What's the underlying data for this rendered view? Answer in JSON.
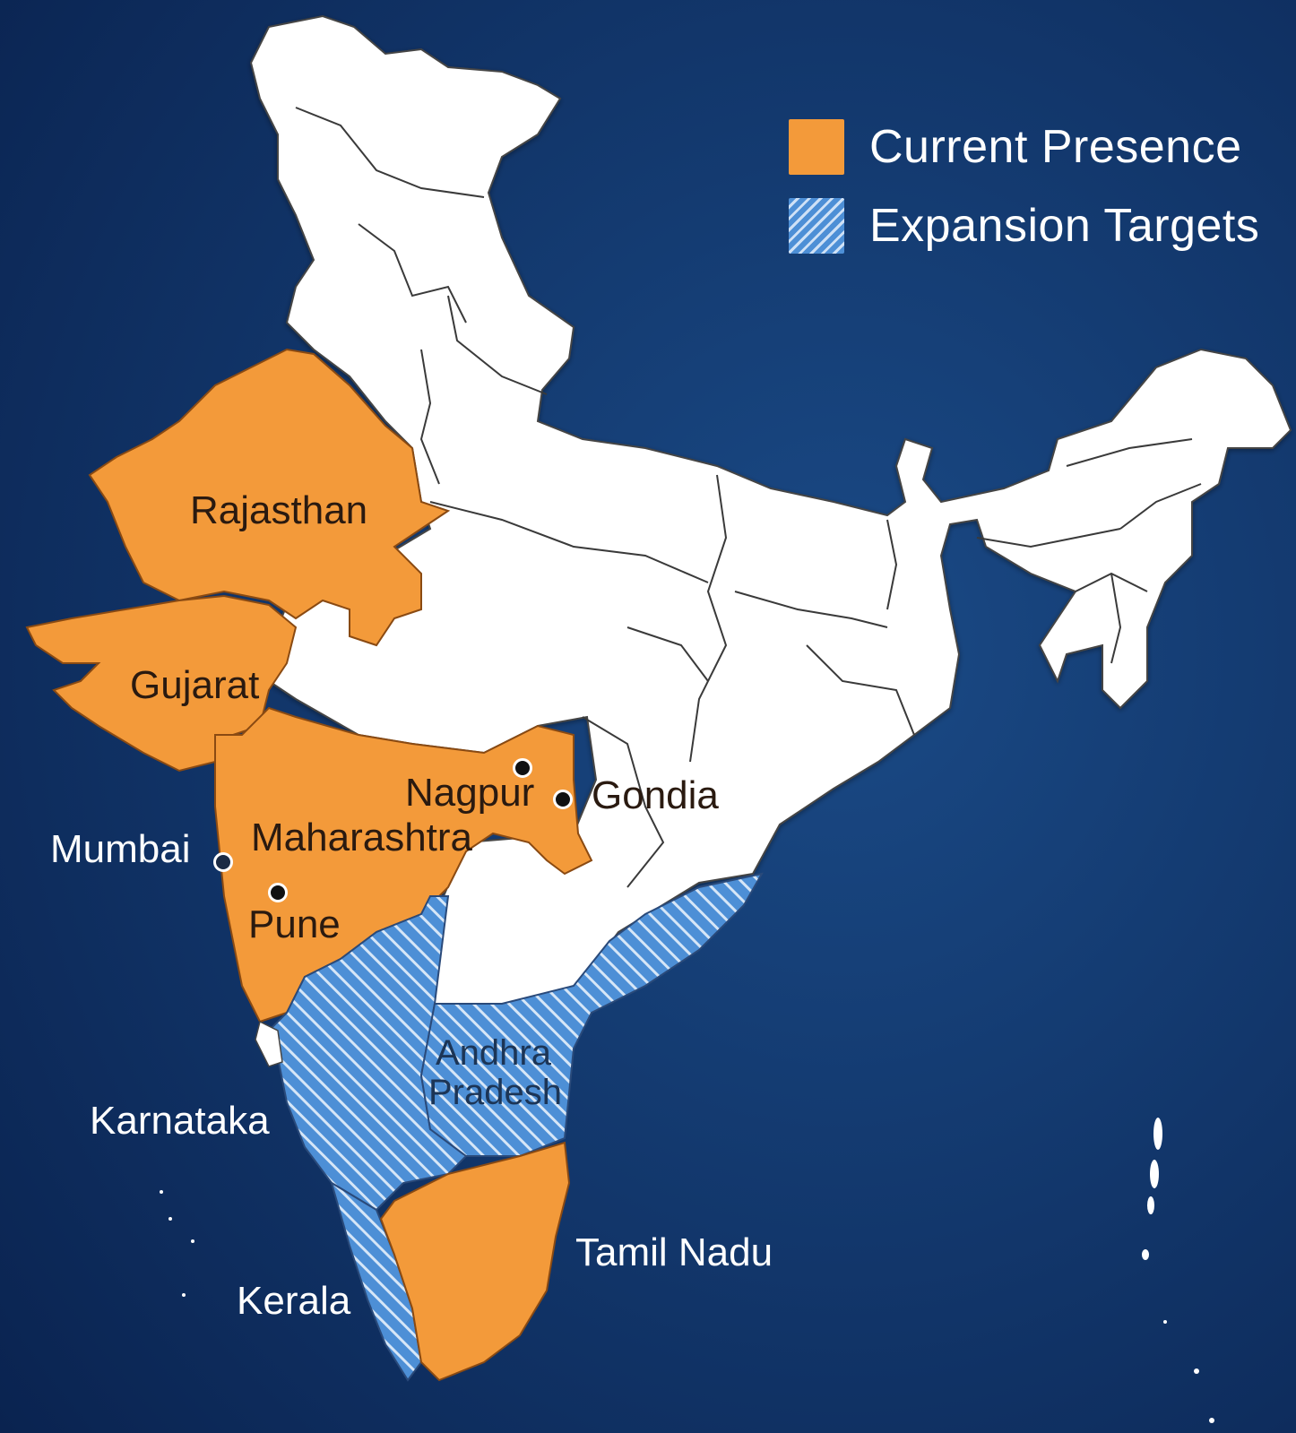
{
  "legend": {
    "current_presence": {
      "label": "Current Presence",
      "color": "#f39a3a",
      "swatch": "orange-square"
    },
    "expansion_targets": {
      "label": "Expansion Targets",
      "color": "#4d8fd6",
      "swatch": "blue-hatched-square"
    }
  },
  "colors": {
    "background": "#0d2a55",
    "land": "#ffffff",
    "border": "#3a3a3a"
  },
  "regions": {
    "current_presence": [
      "Rajasthan",
      "Gujarat",
      "Maharashtra",
      "Tamil Nadu"
    ],
    "expansion_targets": [
      "Karnataka",
      "Andhra Pradesh",
      "Kerala"
    ]
  },
  "labels": {
    "rajasthan": "Rajasthan",
    "gujarat": "Gujarat",
    "maharashtra": "Maharashtra",
    "nagpur": "Nagpur",
    "gondia": "Gondia",
    "mumbai": "Mumbai",
    "pune": "Pune",
    "andhra_line1": "Andhra",
    "andhra_line2": "Pradesh",
    "karnataka": "Karnataka",
    "tamil_nadu": "Tamil Nadu",
    "kerala": "Kerala"
  }
}
